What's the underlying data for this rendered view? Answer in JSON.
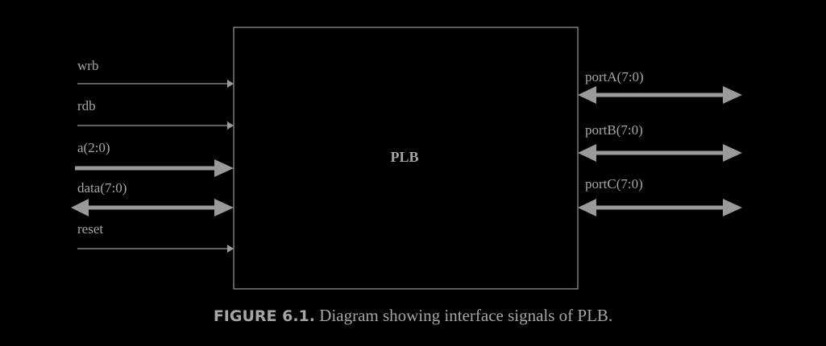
{
  "block": {
    "label": "PLB"
  },
  "inputs": [
    {
      "label": "wrb",
      "kind": "thin"
    },
    {
      "label": "rdb",
      "kind": "thin"
    },
    {
      "label": "a(2:0)",
      "kind": "bus-in"
    },
    {
      "label": "data(7:0)",
      "kind": "bus-bidir"
    },
    {
      "label": "reset",
      "kind": "thin"
    }
  ],
  "outputs": [
    {
      "label": "portA(7:0)",
      "kind": "bus-bidir"
    },
    {
      "label": "portB(7:0)",
      "kind": "bus-bidir"
    },
    {
      "label": "portC(7:0)",
      "kind": "bus-bidir"
    }
  ],
  "caption": {
    "label": "FIGURE 6.1.",
    "text": "Diagram showing interface signals of PLB."
  },
  "colors": {
    "background": "#000000",
    "line": "#9a9a9a",
    "text": "#a6a6a6"
  }
}
